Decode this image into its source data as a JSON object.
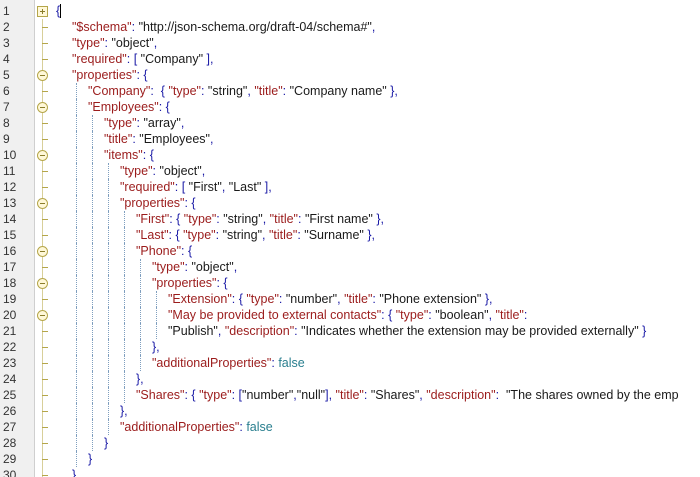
{
  "editor": {
    "line_numbers": [
      "1",
      "2",
      "3",
      "4",
      "5",
      "6",
      "7",
      "8",
      "9",
      "10",
      "11",
      "12",
      "13",
      "14",
      "15",
      "16",
      "17",
      "18",
      "19",
      "20",
      "21",
      "22",
      "23",
      "24",
      "25",
      "26",
      "27",
      "28",
      "29",
      "30"
    ],
    "lines": [
      {
        "indent": 0,
        "tokens": [
          {
            "t": "{",
            "c": "p"
          }
        ]
      },
      {
        "indent": 1,
        "tokens": [
          {
            "t": "\"$schema\"",
            "c": "k"
          },
          {
            "t": ": ",
            "c": "p"
          },
          {
            "t": "\"http://json-schema.org/draft-04/schema#\"",
            "c": "s"
          },
          {
            "t": ",",
            "c": "p"
          }
        ]
      },
      {
        "indent": 1,
        "tokens": [
          {
            "t": "\"type\"",
            "c": "k"
          },
          {
            "t": ": ",
            "c": "p"
          },
          {
            "t": "\"object\"",
            "c": "s"
          },
          {
            "t": ",",
            "c": "p"
          }
        ]
      },
      {
        "indent": 1,
        "tokens": [
          {
            "t": "\"required\"",
            "c": "k"
          },
          {
            "t": ": [ ",
            "c": "p"
          },
          {
            "t": "\"Company\"",
            "c": "s"
          },
          {
            "t": " ],",
            "c": "p"
          }
        ]
      },
      {
        "indent": 1,
        "tokens": [
          {
            "t": "\"properties\"",
            "c": "k"
          },
          {
            "t": ": {",
            "c": "p"
          }
        ]
      },
      {
        "indent": 2,
        "tokens": [
          {
            "t": "\"Company\"",
            "c": "k"
          },
          {
            "t": ":  { ",
            "c": "p"
          },
          {
            "t": "\"type\"",
            "c": "k"
          },
          {
            "t": ": ",
            "c": "p"
          },
          {
            "t": "\"string\"",
            "c": "s"
          },
          {
            "t": ", ",
            "c": "p"
          },
          {
            "t": "\"title\"",
            "c": "k"
          },
          {
            "t": ": ",
            "c": "p"
          },
          {
            "t": "\"Company name\"",
            "c": "s"
          },
          {
            "t": " },",
            "c": "p"
          }
        ]
      },
      {
        "indent": 2,
        "tokens": [
          {
            "t": "\"Employees\"",
            "c": "k"
          },
          {
            "t": ": {",
            "c": "p"
          }
        ]
      },
      {
        "indent": 3,
        "tokens": [
          {
            "t": "\"type\"",
            "c": "k"
          },
          {
            "t": ": ",
            "c": "p"
          },
          {
            "t": "\"array\"",
            "c": "s"
          },
          {
            "t": ",",
            "c": "p"
          }
        ]
      },
      {
        "indent": 3,
        "tokens": [
          {
            "t": "\"title\"",
            "c": "k"
          },
          {
            "t": ": ",
            "c": "p"
          },
          {
            "t": "\"Employees\"",
            "c": "s"
          },
          {
            "t": ",",
            "c": "p"
          }
        ]
      },
      {
        "indent": 3,
        "tokens": [
          {
            "t": "\"items\"",
            "c": "k"
          },
          {
            "t": ": {",
            "c": "p"
          }
        ]
      },
      {
        "indent": 4,
        "tokens": [
          {
            "t": "\"type\"",
            "c": "k"
          },
          {
            "t": ": ",
            "c": "p"
          },
          {
            "t": "\"object\"",
            "c": "s"
          },
          {
            "t": ",",
            "c": "p"
          }
        ]
      },
      {
        "indent": 4,
        "tokens": [
          {
            "t": "\"required\"",
            "c": "k"
          },
          {
            "t": ": [ ",
            "c": "p"
          },
          {
            "t": "\"First\"",
            "c": "s"
          },
          {
            "t": ", ",
            "c": "p"
          },
          {
            "t": "\"Last\"",
            "c": "s"
          },
          {
            "t": " ],",
            "c": "p"
          }
        ]
      },
      {
        "indent": 4,
        "tokens": [
          {
            "t": "\"properties\"",
            "c": "k"
          },
          {
            "t": ": {",
            "c": "p"
          }
        ]
      },
      {
        "indent": 5,
        "tokens": [
          {
            "t": "\"First\"",
            "c": "k"
          },
          {
            "t": ": { ",
            "c": "p"
          },
          {
            "t": "\"type\"",
            "c": "k"
          },
          {
            "t": ": ",
            "c": "p"
          },
          {
            "t": "\"string\"",
            "c": "s"
          },
          {
            "t": ", ",
            "c": "p"
          },
          {
            "t": "\"title\"",
            "c": "k"
          },
          {
            "t": ": ",
            "c": "p"
          },
          {
            "t": "\"First name\"",
            "c": "s"
          },
          {
            "t": " },",
            "c": "p"
          }
        ]
      },
      {
        "indent": 5,
        "tokens": [
          {
            "t": "\"Last\"",
            "c": "k"
          },
          {
            "t": ": { ",
            "c": "p"
          },
          {
            "t": "\"type\"",
            "c": "k"
          },
          {
            "t": ": ",
            "c": "p"
          },
          {
            "t": "\"string\"",
            "c": "s"
          },
          {
            "t": ", ",
            "c": "p"
          },
          {
            "t": "\"title\"",
            "c": "k"
          },
          {
            "t": ": ",
            "c": "p"
          },
          {
            "t": "\"Surname\"",
            "c": "s"
          },
          {
            "t": " },",
            "c": "p"
          }
        ]
      },
      {
        "indent": 5,
        "tokens": [
          {
            "t": "\"Phone\"",
            "c": "k"
          },
          {
            "t": ": {",
            "c": "p"
          }
        ]
      },
      {
        "indent": 6,
        "tokens": [
          {
            "t": "\"type\"",
            "c": "k"
          },
          {
            "t": ": ",
            "c": "p"
          },
          {
            "t": "\"object\"",
            "c": "s"
          },
          {
            "t": ",",
            "c": "p"
          }
        ]
      },
      {
        "indent": 6,
        "tokens": [
          {
            "t": "\"properties\"",
            "c": "k"
          },
          {
            "t": ": {",
            "c": "p"
          }
        ]
      },
      {
        "indent": 7,
        "tokens": [
          {
            "t": "\"Extension\"",
            "c": "k"
          },
          {
            "t": ": { ",
            "c": "p"
          },
          {
            "t": "\"type\"",
            "c": "k"
          },
          {
            "t": ": ",
            "c": "p"
          },
          {
            "t": "\"number\"",
            "c": "s"
          },
          {
            "t": ", ",
            "c": "p"
          },
          {
            "t": "\"title\"",
            "c": "k"
          },
          {
            "t": ": ",
            "c": "p"
          },
          {
            "t": "\"Phone extension\"",
            "c": "s"
          },
          {
            "t": " },",
            "c": "p"
          }
        ]
      },
      {
        "indent": 7,
        "tokens": [
          {
            "t": "\"May be provided to external contacts\"",
            "c": "k"
          },
          {
            "t": ": { ",
            "c": "p"
          },
          {
            "t": "\"type\"",
            "c": "k"
          },
          {
            "t": ": ",
            "c": "p"
          },
          {
            "t": "\"boolean\"",
            "c": "s"
          },
          {
            "t": ", ",
            "c": "p"
          },
          {
            "t": "\"title\"",
            "c": "k"
          },
          {
            "t": ":",
            "c": "p"
          }
        ]
      },
      {
        "indent": 7,
        "tokens": [
          {
            "t": "\"Publish\"",
            "c": "s"
          },
          {
            "t": ", ",
            "c": "p"
          },
          {
            "t": "\"description\"",
            "c": "k"
          },
          {
            "t": ": ",
            "c": "p"
          },
          {
            "t": "\"Indicates whether the extension may be provided externally\"",
            "c": "s"
          },
          {
            "t": " }",
            "c": "p"
          }
        ]
      },
      {
        "indent": 6,
        "tokens": [
          {
            "t": "},",
            "c": "p"
          }
        ]
      },
      {
        "indent": 6,
        "tokens": [
          {
            "t": "\"additionalProperties\"",
            "c": "k"
          },
          {
            "t": ": ",
            "c": "p"
          },
          {
            "t": "false",
            "c": "l"
          }
        ]
      },
      {
        "indent": 5,
        "tokens": [
          {
            "t": "},",
            "c": "p"
          }
        ]
      },
      {
        "indent": 5,
        "tokens": [
          {
            "t": "\"Shares\"",
            "c": "k"
          },
          {
            "t": ": { ",
            "c": "p"
          },
          {
            "t": "\"type\"",
            "c": "k"
          },
          {
            "t": ": [",
            "c": "p"
          },
          {
            "t": "\"number\"",
            "c": "s"
          },
          {
            "t": ",",
            "c": "p"
          },
          {
            "t": "\"null\"",
            "c": "s"
          },
          {
            "t": "], ",
            "c": "p"
          },
          {
            "t": "\"title\"",
            "c": "k"
          },
          {
            "t": ": ",
            "c": "p"
          },
          {
            "t": "\"Shares\"",
            "c": "s"
          },
          {
            "t": ", ",
            "c": "p"
          },
          {
            "t": "\"description\"",
            "c": "k"
          },
          {
            "t": ":  ",
            "c": "p"
          },
          {
            "t": "\"The shares owned by the emp",
            "c": "s"
          }
        ]
      },
      {
        "indent": 4,
        "tokens": [
          {
            "t": "},",
            "c": "p"
          }
        ]
      },
      {
        "indent": 4,
        "tokens": [
          {
            "t": "\"additionalProperties\"",
            "c": "k"
          },
          {
            "t": ": ",
            "c": "p"
          },
          {
            "t": "false",
            "c": "l"
          }
        ]
      },
      {
        "indent": 3,
        "tokens": [
          {
            "t": "}",
            "c": "p"
          }
        ]
      },
      {
        "indent": 2,
        "tokens": [
          {
            "t": "}",
            "c": "p"
          }
        ]
      },
      {
        "indent": 1,
        "tokens": [
          {
            "t": "}",
            "c": "p"
          }
        ]
      }
    ],
    "fold_markers": [
      {
        "line": 1,
        "kind": "square-open"
      },
      {
        "line": 5,
        "kind": "round-open"
      },
      {
        "line": 7,
        "kind": "round-open"
      },
      {
        "line": 10,
        "kind": "round-open"
      },
      {
        "line": 13,
        "kind": "round-open"
      },
      {
        "line": 16,
        "kind": "round-open"
      },
      {
        "line": 18,
        "kind": "round-open"
      },
      {
        "line": 20,
        "kind": "round-open"
      }
    ],
    "colors": {
      "key": "#9b1c1c",
      "string": "#1a1a1a",
      "punctuation": "#1a1aa6",
      "literal": "#2a7f8f",
      "gutter_bg": "#f0f0f0",
      "indent_guide": "#7f9fbf"
    }
  }
}
